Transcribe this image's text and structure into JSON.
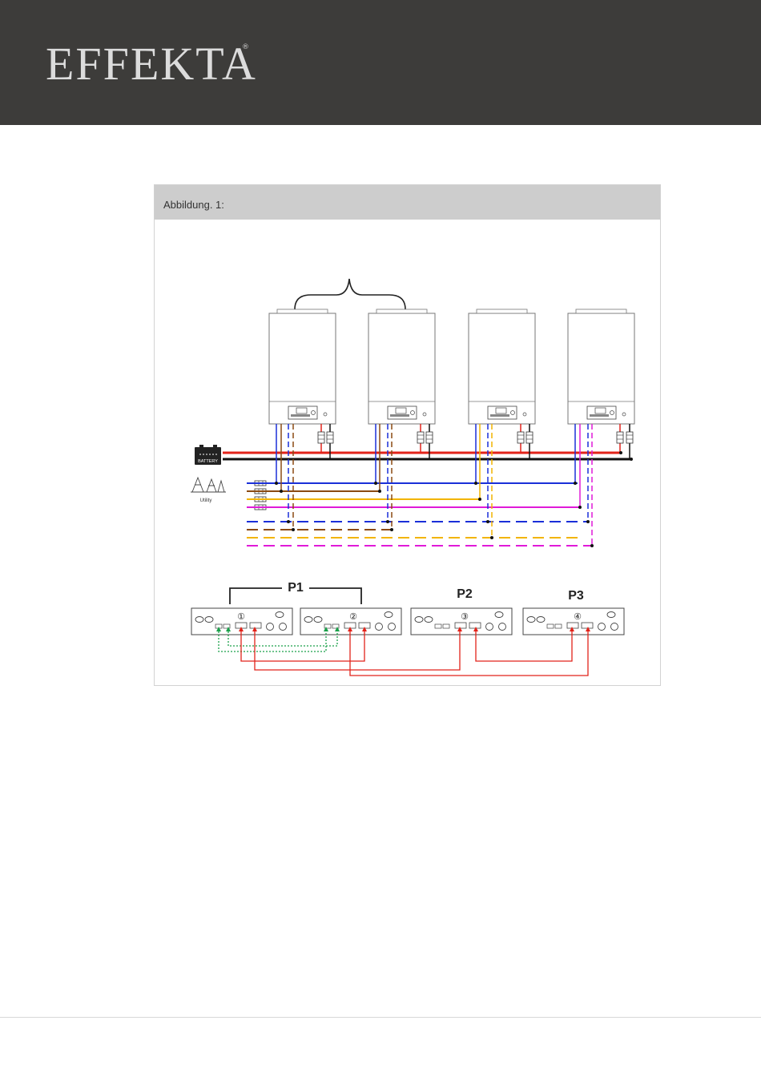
{
  "brand": {
    "logo_text": "EFFEKTA",
    "registered_mark": "®"
  },
  "figure": {
    "caption": "Abbildung. 1:",
    "battery_label": "BATTERY",
    "utility_label": "Utility",
    "groups": [
      {
        "label": "P1"
      },
      {
        "label": "P2"
      },
      {
        "label": "P3"
      }
    ],
    "unit_numbers": [
      "①",
      "②",
      "③",
      "④"
    ]
  },
  "colors": {
    "header_bg": "#3d3c3a",
    "dc_positive": "#e2231a",
    "dc_negative": "#111111",
    "neutral": "#1a2fd8",
    "phase_brown": "#8b4a12",
    "phase_yellow": "#f2b400",
    "phase_magenta": "#e01ad8",
    "comm_green": "#1aa04a",
    "comm_red": "#e2231a"
  }
}
